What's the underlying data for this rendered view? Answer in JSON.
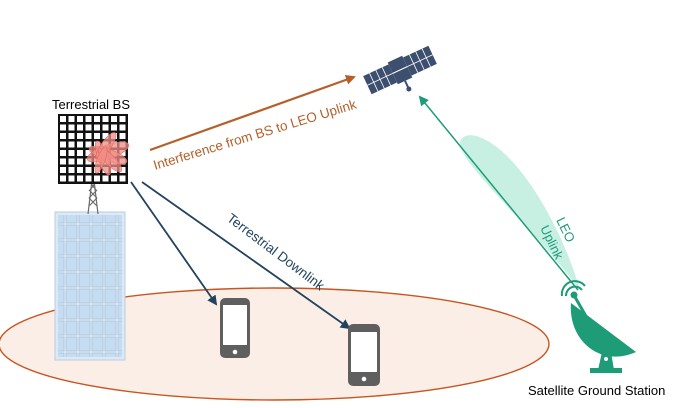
{
  "labels": {
    "terrestrial_bs": "Terrestrial BS",
    "interference": "Interference from BS to LEO Uplink",
    "terrestrial_downlink": "Terrestrial Downlink",
    "leo_uplink_line1": "LEO",
    "leo_uplink_line2": "Uplink",
    "ground_station": "Satellite Ground Station"
  },
  "colors": {
    "interference": "#b5602a",
    "downlink": "#22435f",
    "leo_uplink": "#1e9c78",
    "satellite": "#3c4f6e",
    "ground_ellipse_fill": "#fbeee6",
    "ground_ellipse_stroke": "#c8551f",
    "bs_beam": "#f08d86"
  },
  "icons": {
    "satellite": "satellite-icon",
    "base_station": "antenna-grid-icon",
    "building": "building-icon",
    "phone": "phone-icon",
    "dish": "satellite-dish-icon"
  }
}
